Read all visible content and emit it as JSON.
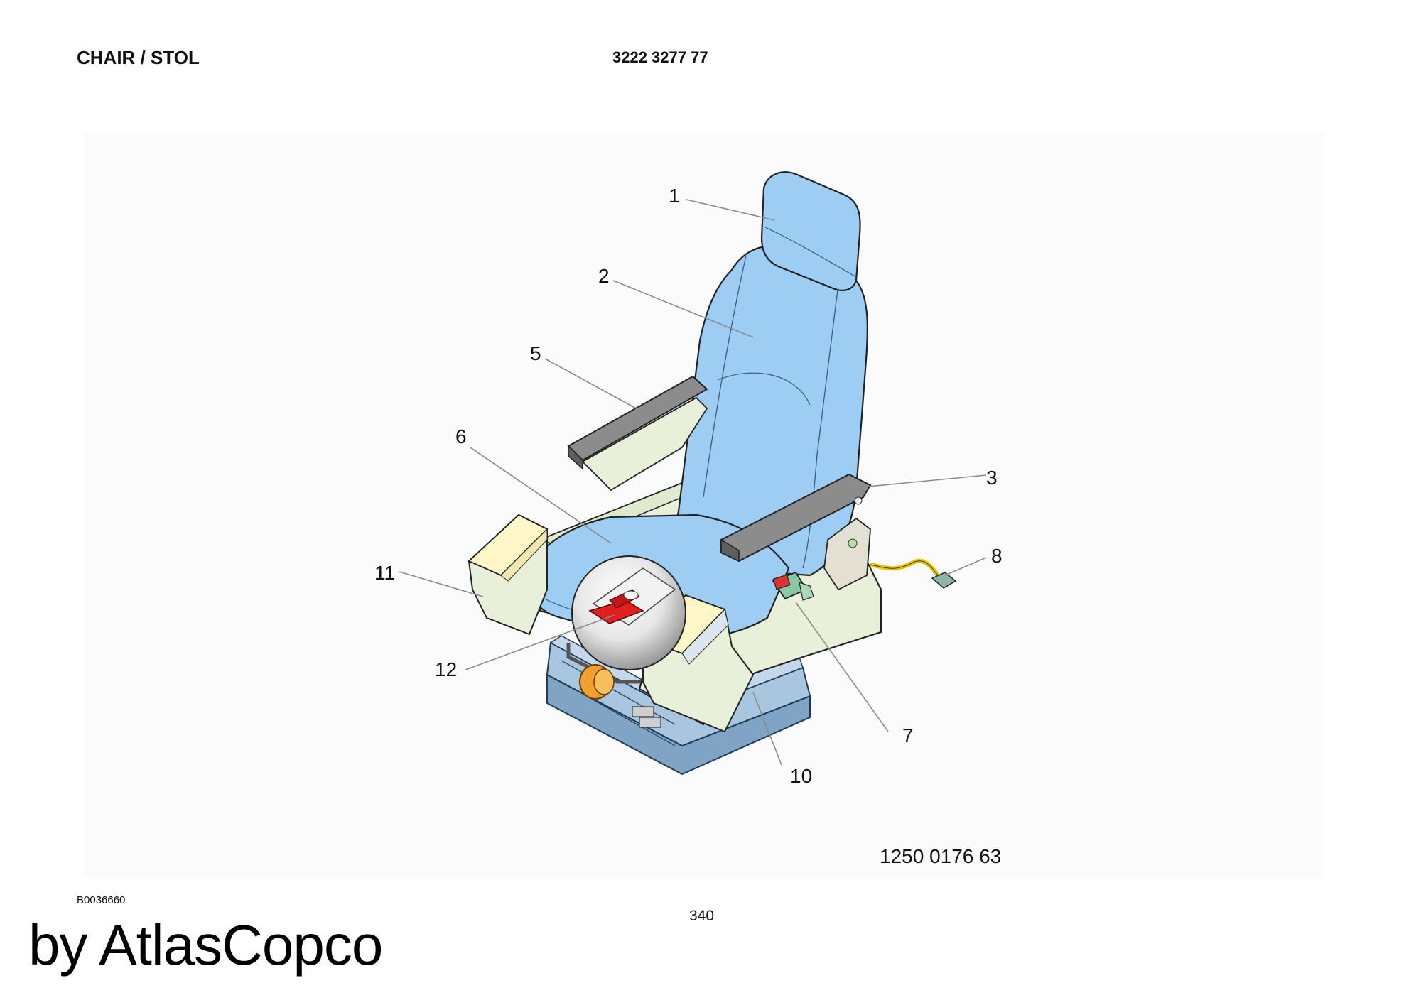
{
  "header": {
    "title": "CHAIR / STOL",
    "part_number": "3222 3277 77"
  },
  "figure": {
    "drawing_number": "1250 0176 63",
    "callouts": {
      "c1": "1",
      "c2": "2",
      "c3": "3",
      "c5": "5",
      "c6": "6",
      "c7": "7",
      "c8": "8",
      "c10": "10",
      "c11": "11",
      "c12": "12"
    }
  },
  "footer": {
    "image_id": "B0036660",
    "page_number": "340",
    "brand": "by AtlasCopco"
  }
}
